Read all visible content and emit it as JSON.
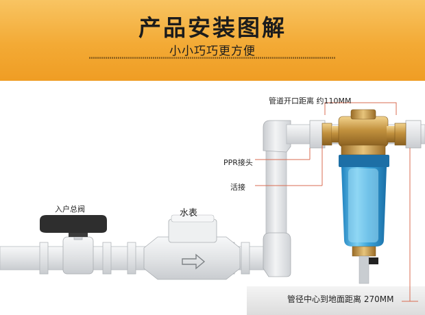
{
  "header": {
    "title": "产品安装图解",
    "subtitle": "小小巧巧更方便"
  },
  "labels": {
    "pipe_opening": "管道开口距离 约110MM",
    "ppr_joint": "PPR接头",
    "union": "活接",
    "main_valve": "入户总阀",
    "water_meter": "水表",
    "pipe_height": "管径中心到地面距离 270MM"
  },
  "colors": {
    "banner": "#f3aa35",
    "pipe": "#e4e6e8",
    "brass": "#c2913e",
    "filter_bowl": "#3aa3d9",
    "valve_handle": "#2e2e2e",
    "leader_line": "#d96b50"
  }
}
